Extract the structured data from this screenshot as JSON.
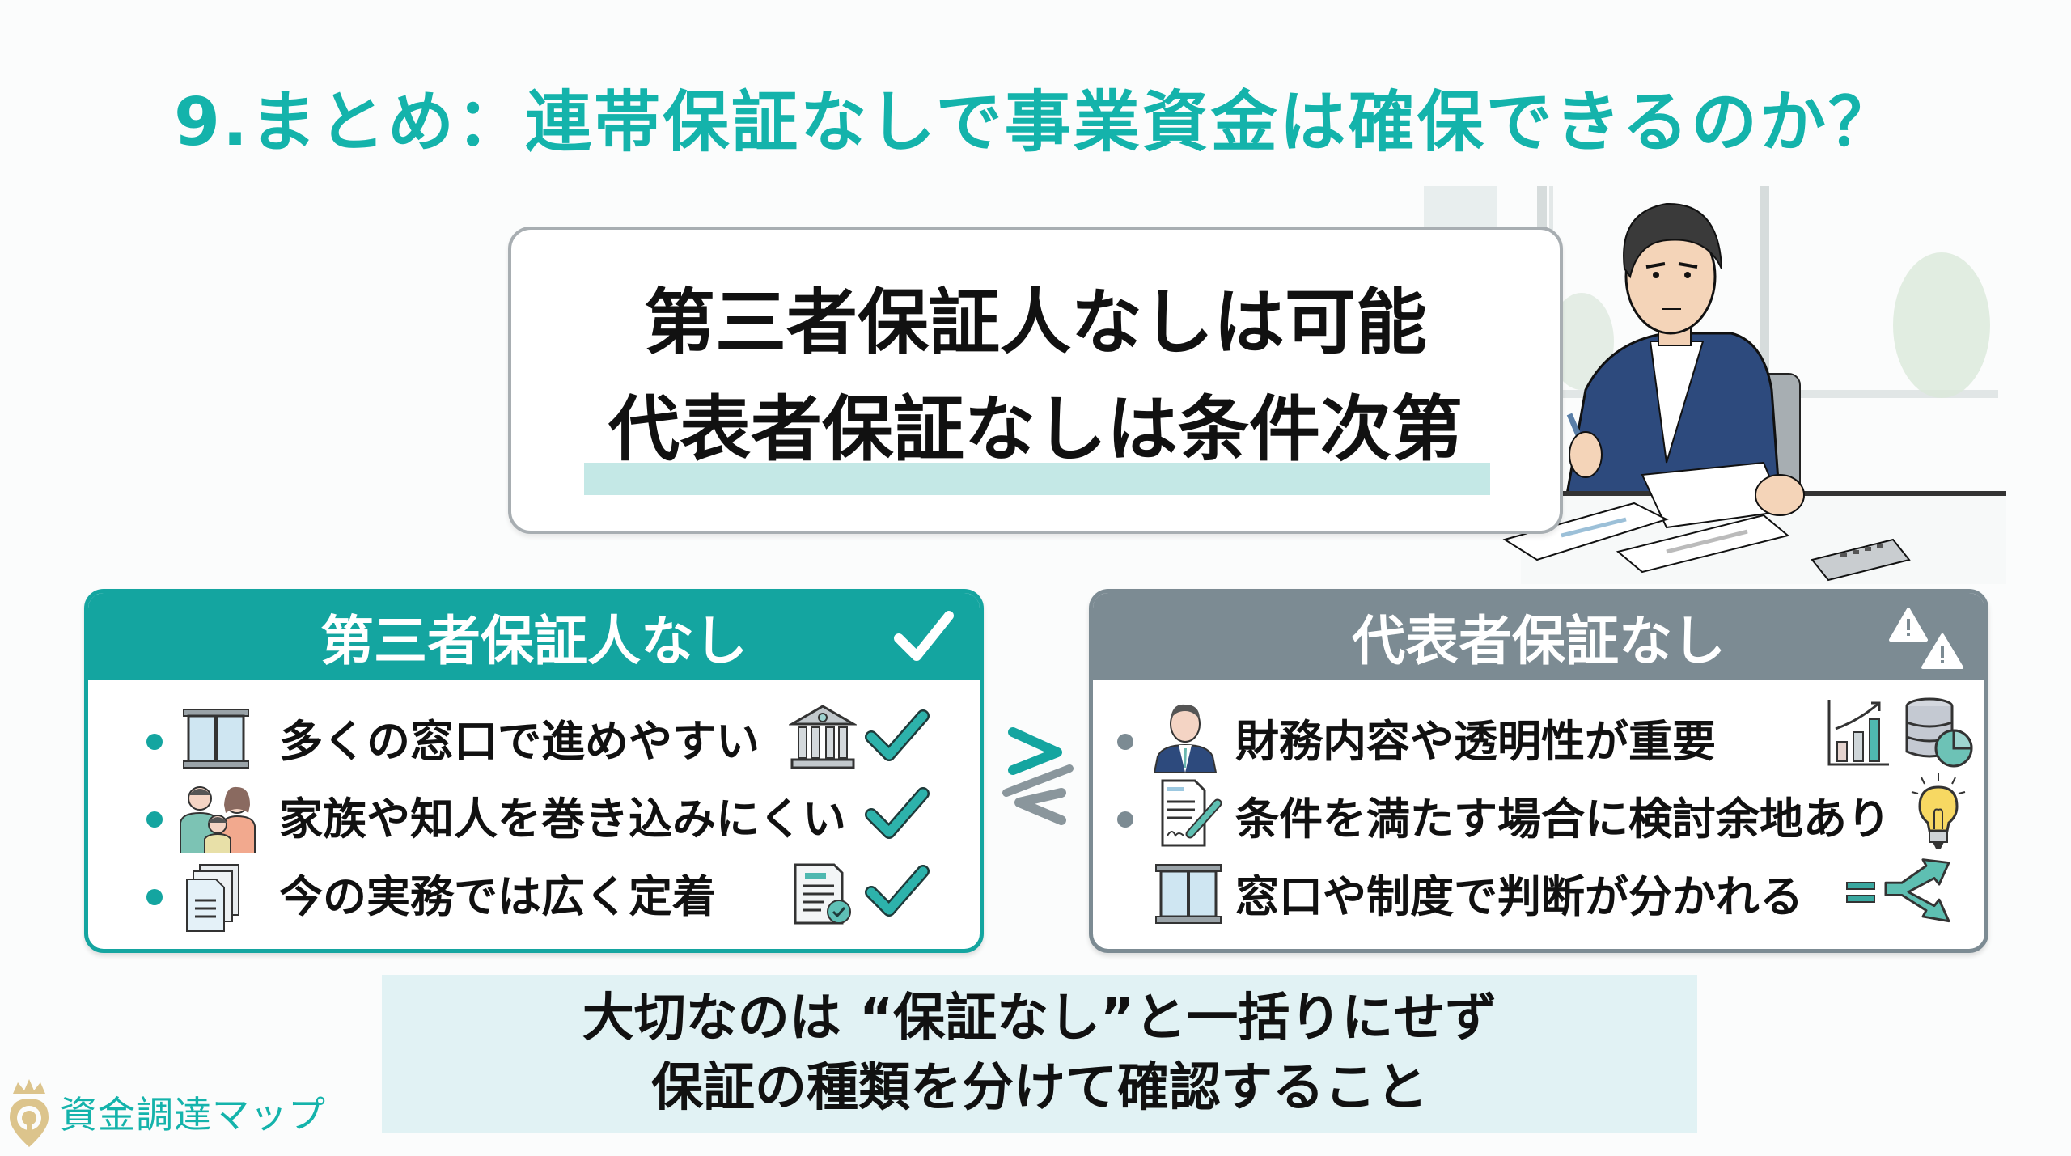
{
  "title": "9.まとめ：連帯保証なしで事業資金は確保できるのか？",
  "main_message": {
    "line1": "第三者保証人なしは可能",
    "line2": "代表者保証なしは条件次第"
  },
  "left_panel": {
    "header": "第三者保証人なし",
    "header_icon": "checkmark-icon",
    "color": "#14a5a0",
    "items": [
      {
        "text": "多くの窓口で進めやすい",
        "icon": "window-icon",
        "right_icon": "bank-icon",
        "check": "check-icon"
      },
      {
        "text": "家族や知人を巻き込みにくい",
        "icon": "family-icon",
        "right_icon": "",
        "check": "check-icon"
      },
      {
        "text": "今の実務では広く定着",
        "icon": "documents-icon",
        "right_icon": "approved-document-icon",
        "check": "check-icon"
      }
    ]
  },
  "right_panel": {
    "header": "代表者保証なし",
    "header_icon": "warning-icon",
    "color": "#7c8b93",
    "items": [
      {
        "text": "財務内容や透明性が重要",
        "icon": "businessman-icon",
        "right_icon": "chart-database-icon",
        "bullet": true
      },
      {
        "text": "条件を満たす場合に検討余地あり",
        "icon": "contract-signing-icon",
        "right_icon": "lightbulb-icon",
        "bullet": true
      },
      {
        "text": "窓口や制度で判断が分かれる",
        "icon": "window-icon",
        "right_icon": "branching-arrow-icon",
        "bullet": false
      }
    ]
  },
  "compare_symbol": "greater-or-less-icon",
  "bottom_message": {
    "line1": "大切なのは “保証なし”と一括りにせず",
    "line2": "保証の種類を分けて確認すること"
  },
  "logo": {
    "text": "資金調達マップ",
    "icon": "crown-pin-icon"
  },
  "colors": {
    "accent": "#14b3ab",
    "teal_panel": "#14a5a0",
    "gray_panel": "#7c8b93",
    "highlight": "#c4e8e6",
    "bottom_box": "#e1f2f4",
    "logo_gold": "#dcc48c"
  }
}
